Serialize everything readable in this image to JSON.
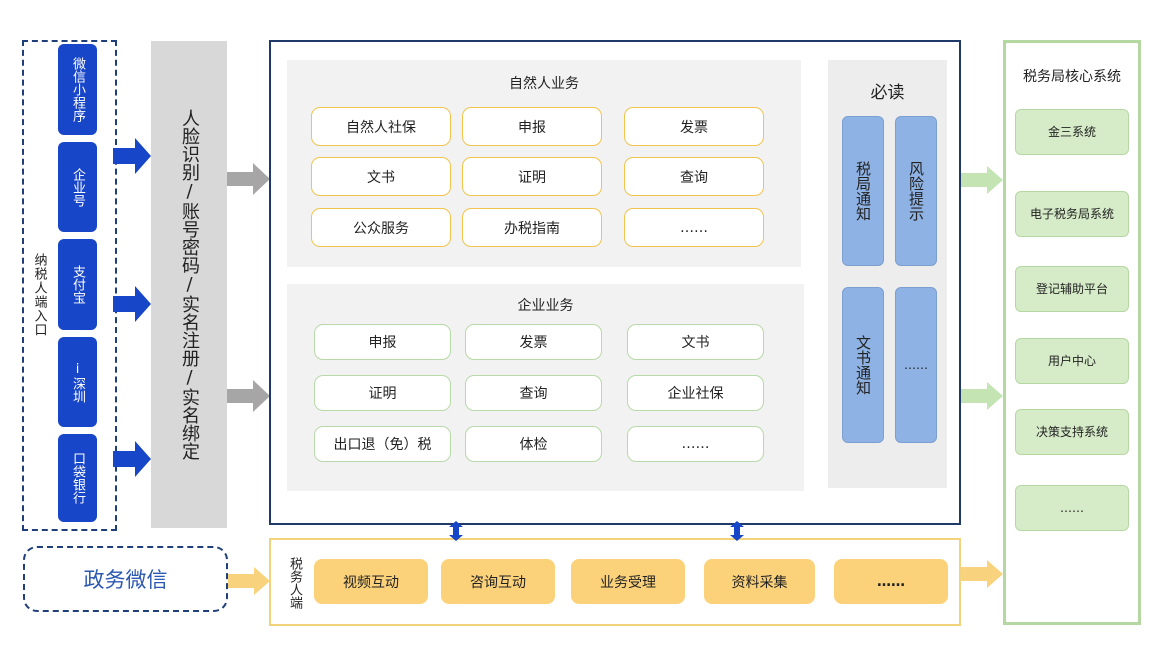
{
  "entry": {
    "label": "纳税人端入口",
    "items": [
      "微信小程序",
      "企业号",
      "支付宝",
      "i深圳",
      "口袋银行"
    ]
  },
  "auth": {
    "text": "人脸识别/账号密码/实名注册/实名绑定"
  },
  "natural": {
    "title": "自然人业务",
    "items": [
      "自然人社保",
      "申报",
      "发票",
      "文书",
      "证明",
      "查询",
      "公众服务",
      "办税指南",
      "……"
    ]
  },
  "enterprise": {
    "title": "企业业务",
    "items": [
      "申报",
      "发票",
      "文书",
      "证明",
      "查询",
      "企业社保",
      "出口退（免）税",
      "体检",
      "……"
    ]
  },
  "must_read": {
    "title": "必读",
    "items": [
      "税局通知",
      "风险提示",
      "文书通知",
      "……"
    ]
  },
  "core": {
    "title": "税务局核心系统",
    "items": [
      "金三系统",
      "电子税务局系统",
      "登记辅助平台",
      "用户中心",
      "决策支持系统",
      "……"
    ]
  },
  "gov_wechat": "政务微信",
  "tax_staff": {
    "label": "税务人端",
    "items": [
      "视频互动",
      "咨询互动",
      "业务受理",
      "资料采集",
      "……"
    ]
  },
  "colors": {
    "entry_blue": "#1746c8",
    "frame_navy": "#1f3a68",
    "pill_orange": "#f2c44c",
    "pill_green": "#b8d9a8",
    "card_blue": "#8eb2e3",
    "core_green": "#d6ecc8",
    "bottom_orange": "#fbd27a"
  }
}
